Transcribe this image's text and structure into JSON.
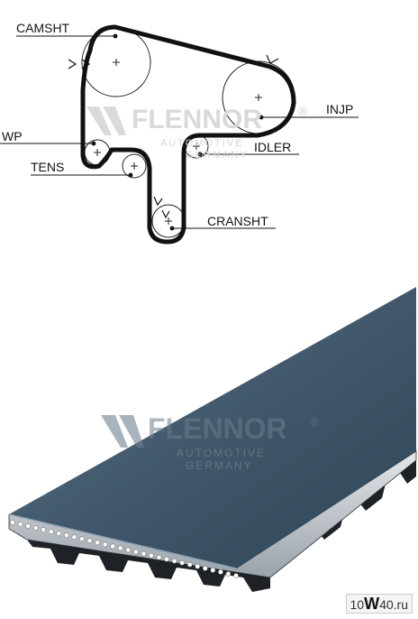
{
  "diagram": {
    "labels": {
      "camshaft": "CAMSHT",
      "injection_pump": "INJP",
      "water_pump": "WP",
      "idler": "IDLER",
      "tensioner": "TENS",
      "crankshaft": "CRANSHT"
    }
  },
  "watermark": {
    "brand": "FLENNOR",
    "registered": "®",
    "line1": "AUTOMOTIVE",
    "line2": "GERMANY"
  },
  "site_badge": {
    "prefix": "10",
    "big": "W",
    "suffix": "40.ru"
  },
  "colors": {
    "belt_top": "#3d5468",
    "belt_top_light": "#5a7388",
    "belt_edge": "#2a3036",
    "belt_teeth": "#1c1f22",
    "belt_side": "#c8ccd0",
    "line": "#111111"
  }
}
